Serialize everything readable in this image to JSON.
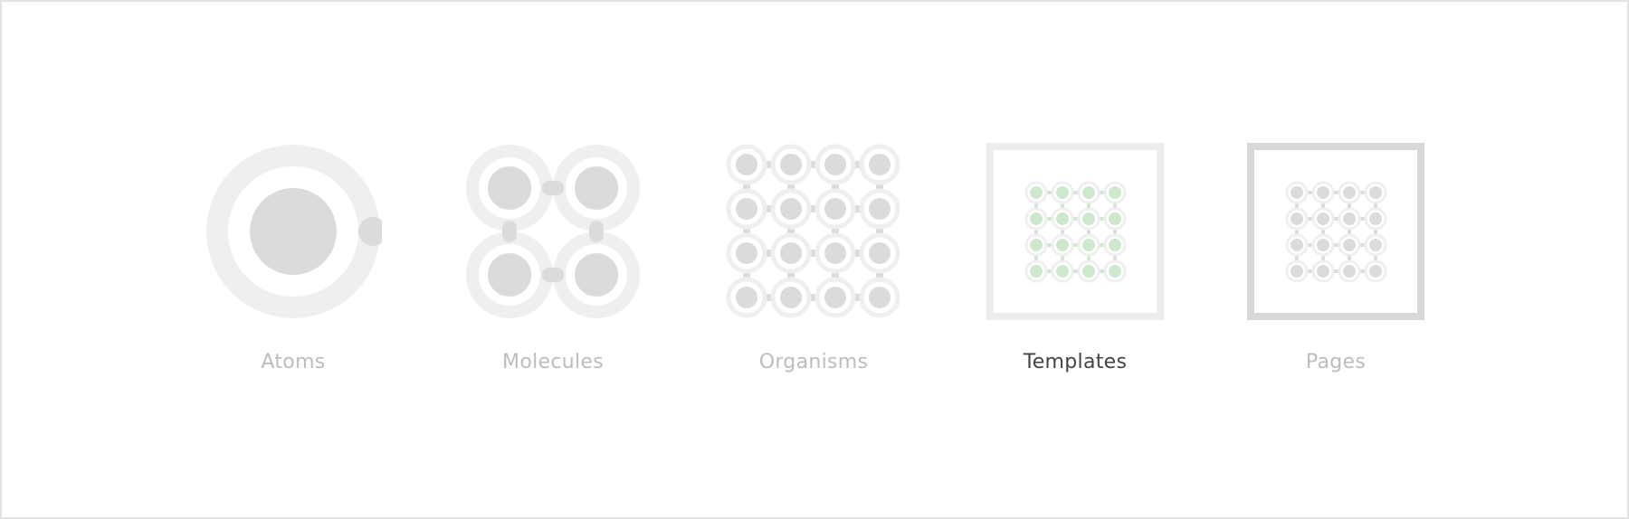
{
  "steps": [
    {
      "label": "Atoms",
      "icon": "atom-icon",
      "active": false
    },
    {
      "label": "Molecules",
      "icon": "molecule-icon",
      "active": false
    },
    {
      "label": "Organisms",
      "icon": "organism-icon",
      "active": false
    },
    {
      "label": "Templates",
      "icon": "template-icon",
      "active": true
    },
    {
      "label": "Pages",
      "icon": "page-icon",
      "active": false
    }
  ],
  "colors": {
    "ring": "#efefef",
    "core": "#dbdbdb",
    "frame_light": "#ececec",
    "frame_dark": "#d9d9d9",
    "accent_fill": "#cde8cc",
    "active_text": "#444444",
    "inactive_text": "#bdbdbd"
  }
}
